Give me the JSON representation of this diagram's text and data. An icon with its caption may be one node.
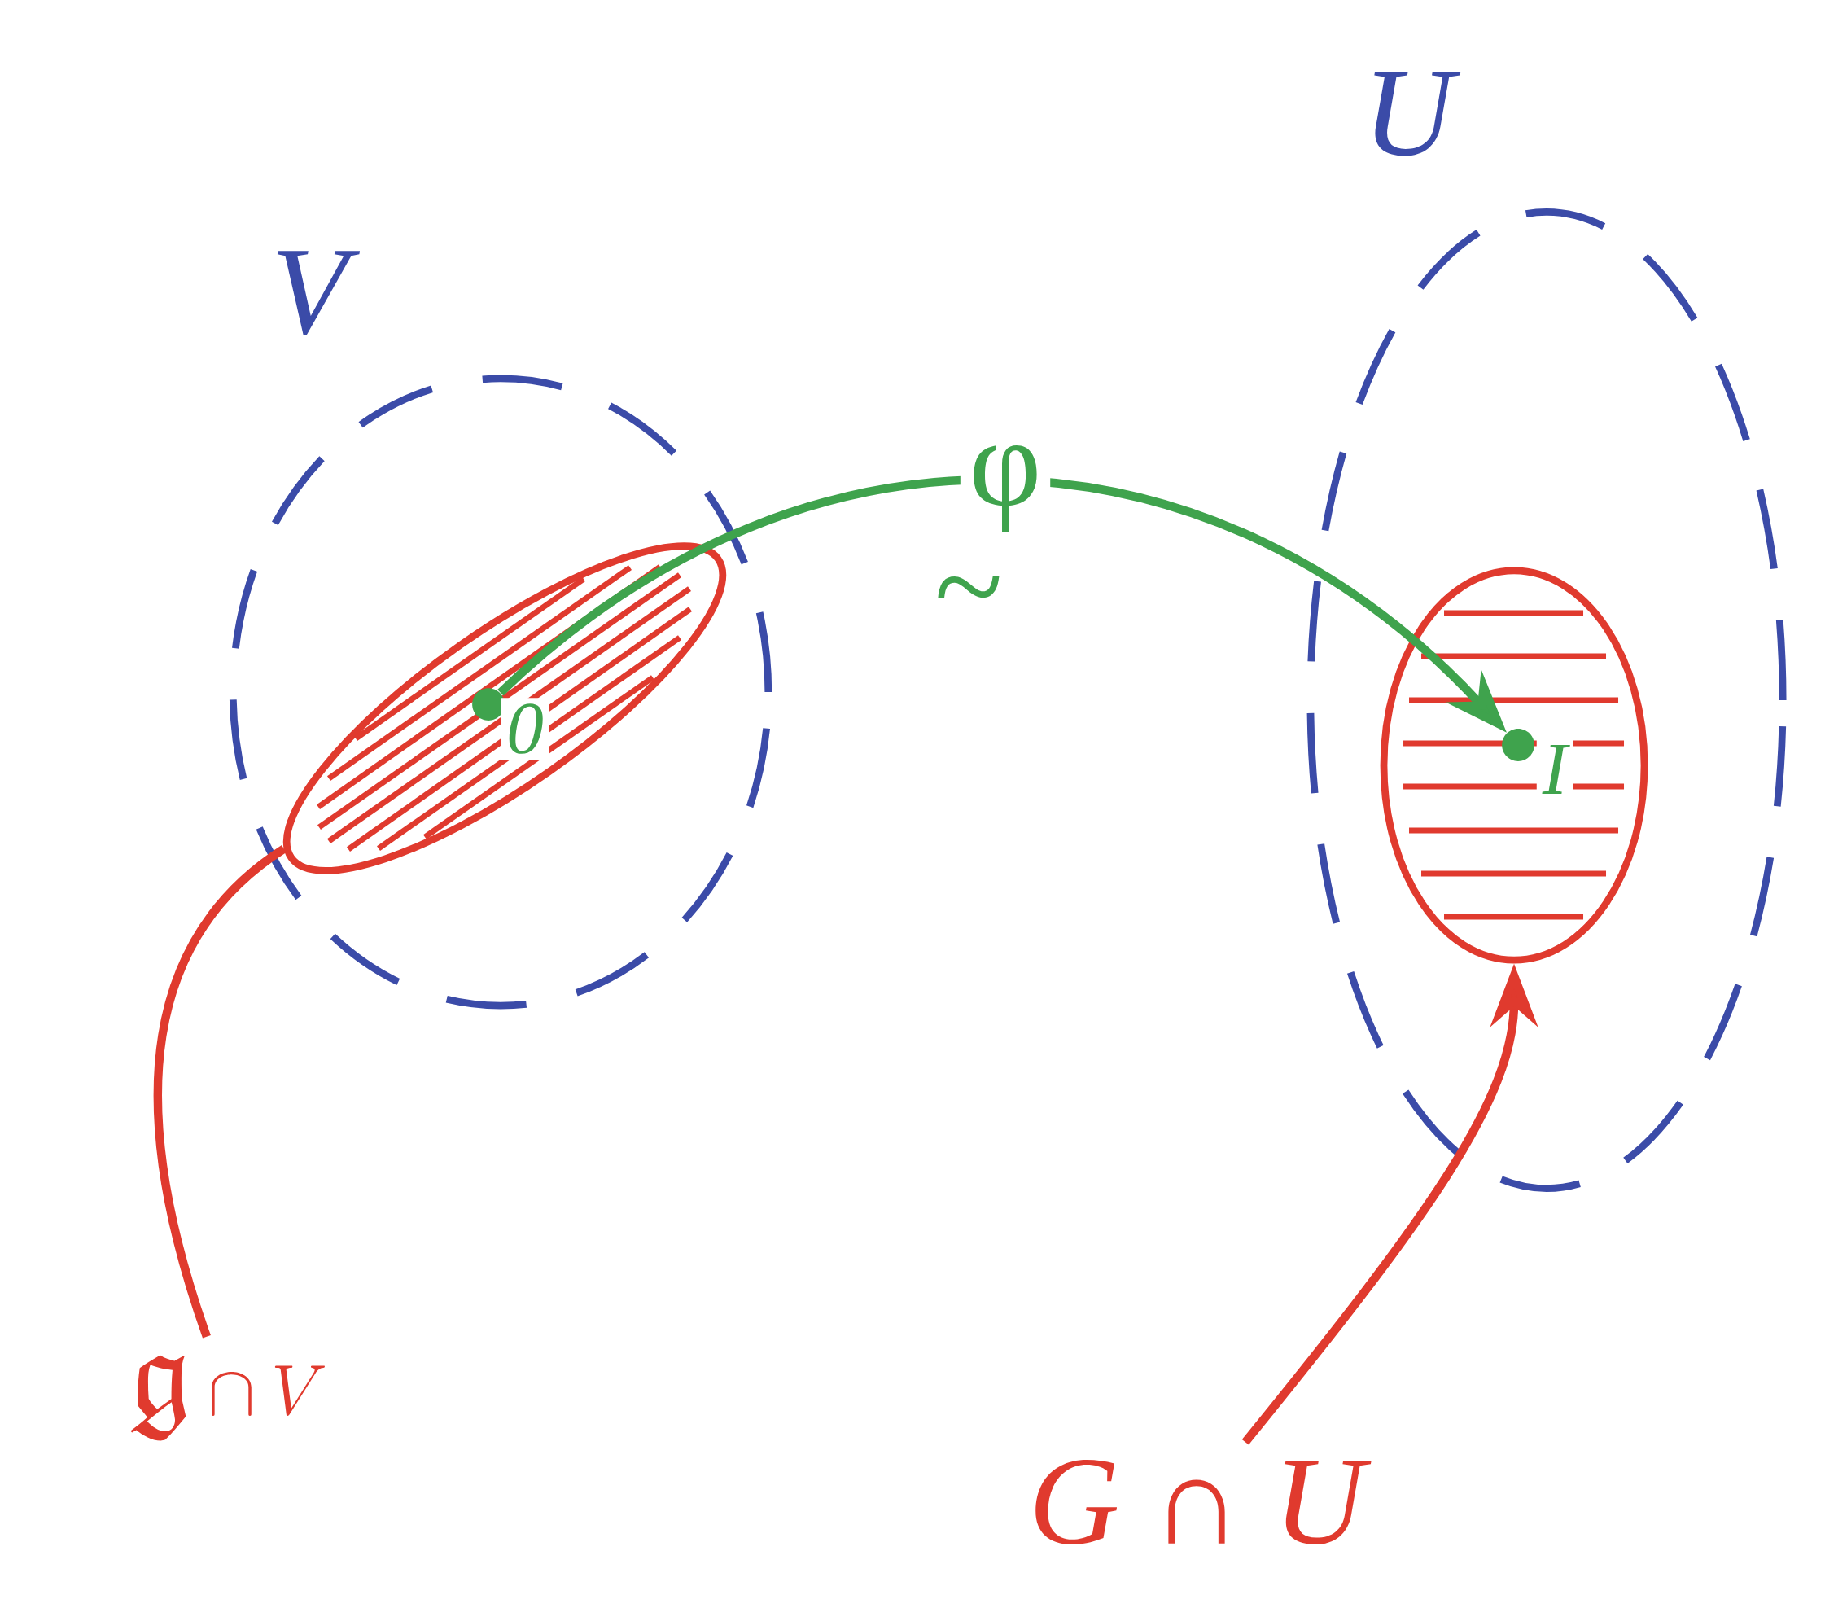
{
  "diagram": {
    "nodes": [
      {
        "text": [
          "V"
        ]
      },
      {
        "text": [
          "U"
        ]
      },
      {
        "text": [],
        "shape": "ellipse",
        "in": 0
      },
      {
        "text": [],
        "shape": "ellipse",
        "in": 1
      },
      {
        "text": [
          "0"
        ],
        "in": 2
      },
      {
        "text": [
          "I"
        ],
        "in": 3
      },
      {
        "text": [
          "\\mathfrak{g} \\cap V"
        ]
      },
      {
        "text": [
          "G ∩ U"
        ]
      }
    ],
    "edges": [
      {
        "from": 4,
        "to": 5,
        "arrow": "to",
        "label": "φ",
        "color": "#3fa34d"
      },
      {
        "from": 6,
        "to": 2,
        "arrow": "none"
      },
      {
        "from": 7,
        "to": 3,
        "arrow": "to"
      }
    ],
    "labels": [
      "~"
    ]
  }
}
